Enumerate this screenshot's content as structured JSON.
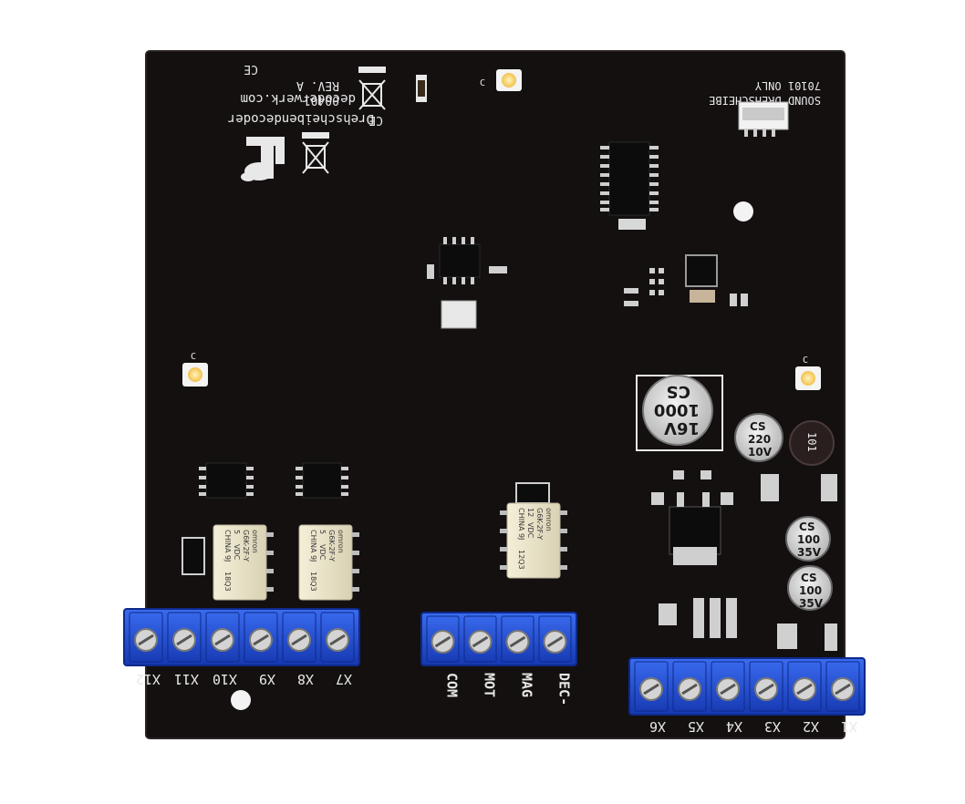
{
  "board": {
    "brand_line_1": "Drehscheibendecoder",
    "brand_line_2": "decoderwerk.com",
    "part_number": "00401",
    "revision": "REV. A",
    "sound_label_line_1": "70101 ONLY",
    "sound_label_line_2": "SOUND DREHSCHEIBE",
    "ce_mark": "CE",
    "led_mark": "C",
    "colors": {
      "pcb": "#141010",
      "terminal": "#1f4fd8",
      "silkscreen": "#e8e8e8",
      "relay": "#ece5c8"
    }
  },
  "terminals": {
    "left_block_labels": [
      "X12",
      "X11",
      "X10",
      "X9",
      "X8",
      "X7"
    ],
    "middle_block_labels": [
      "COM",
      "MOT",
      "MAG",
      "DEC-"
    ],
    "right_block_labels": [
      "X6",
      "X5",
      "X4",
      "X3",
      "X2",
      "X1"
    ]
  },
  "capacitors": {
    "big": {
      "brand": "CS",
      "value": "1000",
      "voltage": "16V"
    },
    "medium": {
      "brand": "CS",
      "value": "220",
      "voltage": "10V"
    },
    "small_1": {
      "brand": "CS",
      "value": "100",
      "voltage": "35V"
    },
    "small_2": {
      "brand": "CS",
      "value": "100",
      "voltage": "35V"
    }
  },
  "inductor": {
    "marking": "101"
  },
  "relays": {
    "relay_1": [
      "omron",
      "G6K-2F-Y",
      "5",
      "VDC",
      "CHINA 9J",
      "18Q3"
    ],
    "relay_2": [
      "omron",
      "G6K-2F-Y",
      "5",
      "VDC",
      "CHINA 9J",
      "18Q3"
    ],
    "relay_3": [
      "omron",
      "G6K-2F-Y",
      "12",
      "VDC",
      "CHINA 9J",
      "12Q3"
    ]
  }
}
